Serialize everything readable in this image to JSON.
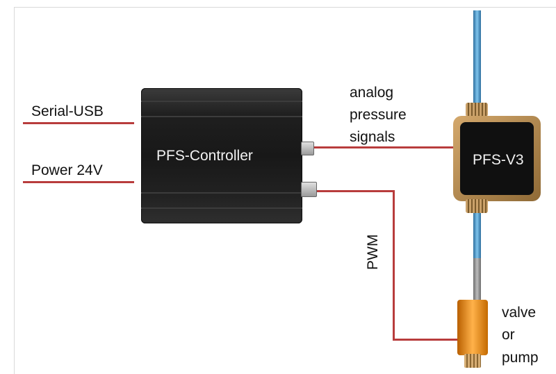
{
  "labels": {
    "serial": "Serial-USB",
    "power": "Power 24V",
    "controller": "PFS-Controller",
    "analog_line1": "analog",
    "analog_line2": "pressure",
    "analog_line3": "signals",
    "sensor": "PFS-V3",
    "pwm": "PWM",
    "valve_line1": "valve",
    "valve_line2": "or",
    "valve_line3": "pump"
  },
  "colors": {
    "wire": "#b83c3c",
    "tube": "#7fc4ec",
    "valve": "#ff9a1a",
    "controller": "#1f1f1f"
  }
}
